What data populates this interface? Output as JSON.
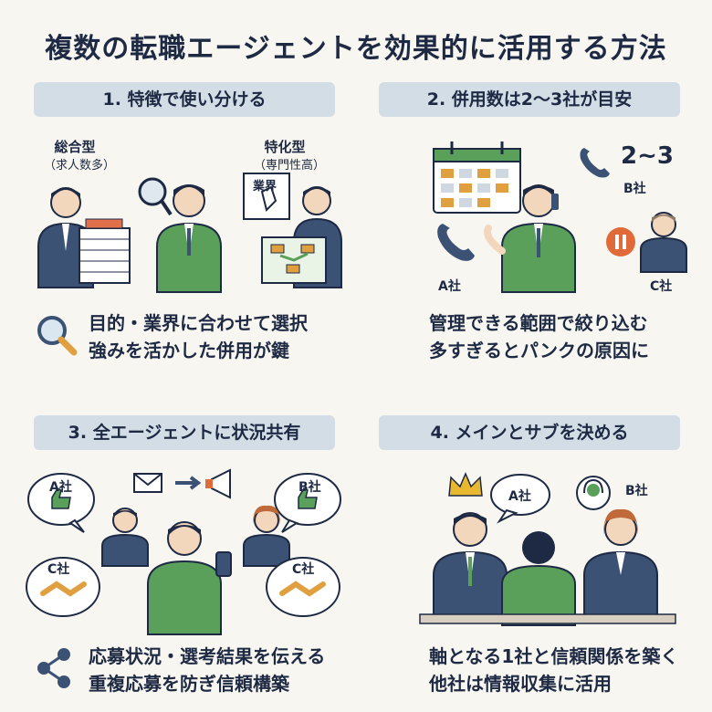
{
  "title": "複数の転職エージェントを効果的に活用する方法",
  "colors": {
    "background": "#f8f6f0",
    "header_bg": "#d2dde6",
    "text": "#1e2a44",
    "suit": "#3b5275",
    "green": "#5aa05a",
    "orange": "#e06a3a"
  },
  "panels": [
    {
      "header": "1. 特徴で使い分ける",
      "left_label": "総合型",
      "left_sublabel": "（求人数多）",
      "right_label": "特化型",
      "right_sublabel": "（専門性高）",
      "map_label": "業界",
      "icon": "magnifier-icon",
      "lines": [
        "目的・業界に合わせて選択",
        "強みを活かした併用が鍵"
      ]
    },
    {
      "header": "2. 併用数は2〜3社が目安",
      "count": "2~3",
      "company_a": "A社",
      "company_b": "B社",
      "company_c": "C社",
      "lines": [
        "管理できる範囲で絞り込む",
        "多すぎるとパンクの原因に"
      ]
    },
    {
      "header": "3. 全エージェントに状況共有",
      "company_a": "A社",
      "company_b": "B社",
      "company_c_left": "C社",
      "company_c_right": "C社",
      "icon": "share-icon",
      "lines": [
        "応募状況・選考結果を伝える",
        "重複応募を防ぎ信頼構築"
      ]
    },
    {
      "header": "4. メインとサブを決める",
      "company_a": "A社",
      "company_b": "B社",
      "lines": [
        "軸となる1社と信頼関係を築く",
        "他社は情報収集に活用"
      ]
    }
  ]
}
